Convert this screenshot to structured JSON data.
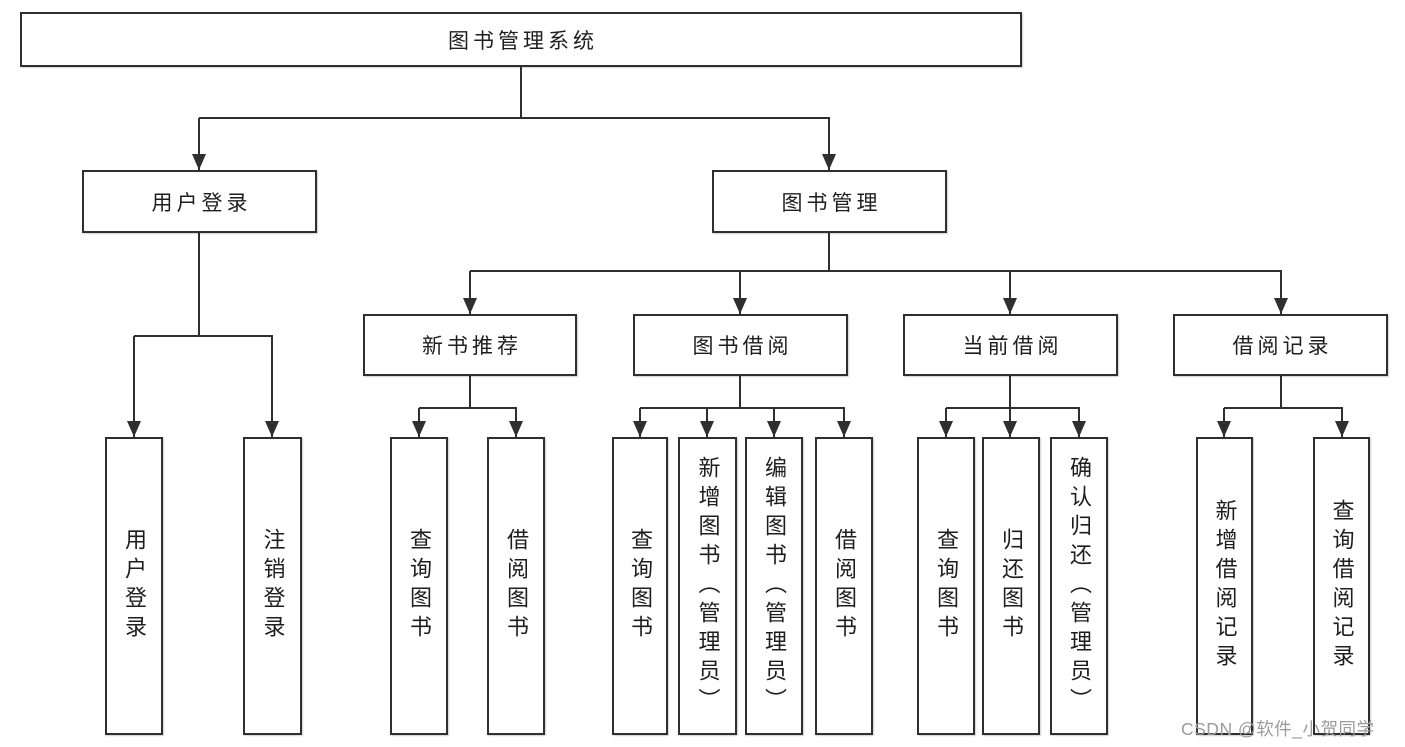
{
  "tree": {
    "root": {
      "label": "图书管理系统",
      "children": [
        {
          "label": "用户登录",
          "children": [
            {
              "label": "用户登录"
            },
            {
              "label": "注销登录"
            }
          ]
        },
        {
          "label": "图书管理",
          "children": [
            {
              "label": "新书推荐",
              "children": [
                {
                  "label": "查询图书"
                },
                {
                  "label": "借阅图书"
                }
              ]
            },
            {
              "label": "图书借阅",
              "children": [
                {
                  "label": "查询图书"
                },
                {
                  "label": "新增图书（管理员）"
                },
                {
                  "label": "编辑图书（管理员）"
                },
                {
                  "label": "借阅图书"
                }
              ]
            },
            {
              "label": "当前借阅",
              "children": [
                {
                  "label": "查询图书"
                },
                {
                  "label": "归还图书"
                },
                {
                  "label": "确认归还（管理员）"
                }
              ]
            },
            {
              "label": "借阅记录",
              "children": [
                {
                  "label": "新增借阅记录"
                },
                {
                  "label": "查询借阅记录"
                }
              ]
            }
          ]
        }
      ]
    }
  },
  "watermark": {
    "text": "CSDN @软件_小贺同学"
  },
  "colors": {
    "line": "#2f2f2f",
    "text": "#1e1e1e",
    "watermark_gray": "#9b9b9b",
    "background": "#ffffff"
  }
}
